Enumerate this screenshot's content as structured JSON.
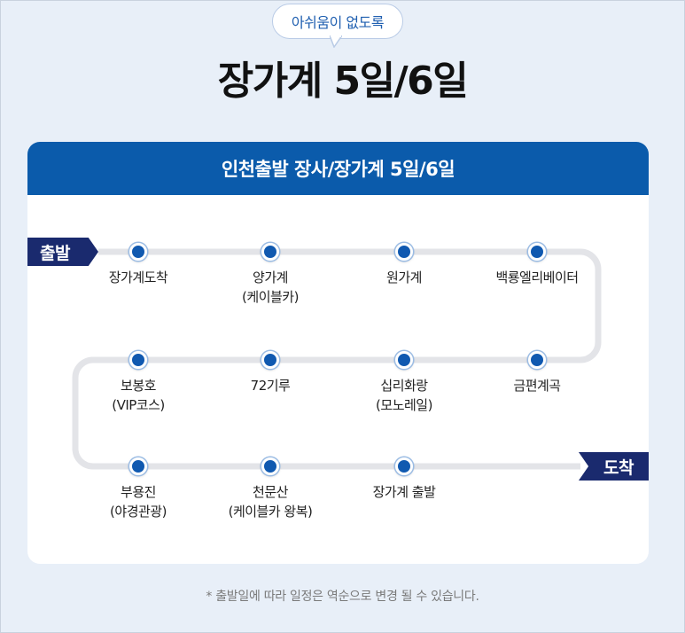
{
  "bubble": {
    "text": "아쉬움이 없도록"
  },
  "main_title": "장가계 5일/6일",
  "card": {
    "header": "인천출발 장사/장가계 5일/6일",
    "start_tag": "출발",
    "end_tag": "도착",
    "stops": [
      {
        "line1": "장가계도착",
        "line2": ""
      },
      {
        "line1": "양가계",
        "line2": "(케이블카)"
      },
      {
        "line1": "원가계",
        "line2": ""
      },
      {
        "line1": "백룡엘리베이터",
        "line2": ""
      },
      {
        "line1": "금편계곡",
        "line2": ""
      },
      {
        "line1": "십리화랑",
        "line2": "(모노레일)"
      },
      {
        "line1": "72기루",
        "line2": ""
      },
      {
        "line1": "보봉호",
        "line2": "(VIP코스)"
      },
      {
        "line1": "부용진",
        "line2": "(야경관광)"
      },
      {
        "line1": "천문산",
        "line2": "(케이블카 왕복)"
      },
      {
        "line1": "장가계 출발",
        "line2": ""
      }
    ]
  },
  "footnote": "* 출발일에 따라 일정은 역순으로 변경 될 수 있습니다.",
  "colors": {
    "background": "#e8eff8",
    "header_blue": "#0b5bab",
    "tag_navy": "#1a2a6e",
    "dot_blue": "#1059b0",
    "route_line": "#e3e4e8"
  }
}
